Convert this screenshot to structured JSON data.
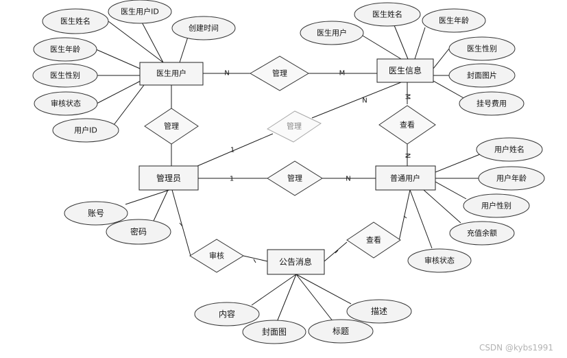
{
  "entities": {
    "doctor_user": "医生用户",
    "doctor_info": "医生信息",
    "admin": "管理员",
    "normal_user": "普通用户",
    "notice": "公告消息"
  },
  "relations": {
    "manage_doctor_user": "管理",
    "manage_doctor_info_a": "管理",
    "manage_doctor_info_b": "管理",
    "manage_normal_user": "管理",
    "view_doctor_info": "查看",
    "audit_notice": "审核",
    "view_notice": "查看"
  },
  "attributes": {
    "doctor_user": [
      "医生姓名",
      "医生用户ID",
      "创建时间",
      "医生年龄",
      "医生性别",
      "审核状态",
      "用户ID"
    ],
    "doctor_info": [
      "医生姓名",
      "医生用户",
      "医生年龄",
      "医生性别",
      "封面图片",
      "挂号费用"
    ],
    "admin": [
      "账号",
      "密码"
    ],
    "normal_user": [
      "用户姓名",
      "用户年龄",
      "用户性别",
      "充值余额",
      "审核状态"
    ],
    "notice": [
      "内容",
      "封面图",
      "标题",
      "描述"
    ]
  },
  "cardinalities": {
    "du_manage_n": "N",
    "di_manage_m": "M",
    "di_m_vertical": "M",
    "di_manage_b_n": "N",
    "admin_manage_b_1": "1",
    "admin_nu_1": "1",
    "nu_n": "N",
    "nu_view_n": "N"
  },
  "watermark": "CSDN @kybs1991"
}
